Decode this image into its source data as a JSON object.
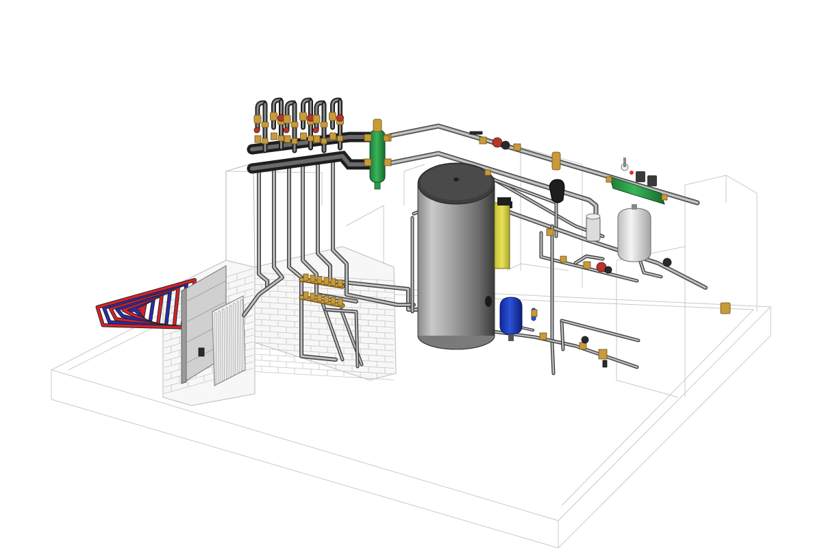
{
  "scene": {
    "view": "isometric",
    "components": [
      {
        "id": "storage-tank",
        "label": ""
      },
      {
        "id": "hydraulic-separator",
        "label": ""
      },
      {
        "id": "boiler-manifold",
        "label": ""
      },
      {
        "id": "pump-groups",
        "count": 6
      },
      {
        "id": "floor-heating-loop",
        "label": ""
      },
      {
        "id": "radiator",
        "label": ""
      },
      {
        "id": "floor-distribution-manifold",
        "label": ""
      },
      {
        "id": "expansion-vessel-white",
        "label": ""
      },
      {
        "id": "expansion-vessel-blue",
        "label": ""
      },
      {
        "id": "pump-station-green",
        "label": ""
      },
      {
        "id": "yellow-unit",
        "label": ""
      }
    ]
  },
  "colors": {
    "pipe": "#9c9c9c",
    "pipe_edge": "#3a3a3a",
    "tank": "#a8a8a8",
    "separator": "#2e9a4a",
    "pump_station": "#2e9a4a",
    "blue_vessel": "#1c3fb6",
    "yellow_unit": "#dcd64a",
    "floor_hot": "#d6222a",
    "floor_cold": "#2a2ab0",
    "brass": "#c89a3a",
    "room_lines": "#c8c8c8"
  }
}
